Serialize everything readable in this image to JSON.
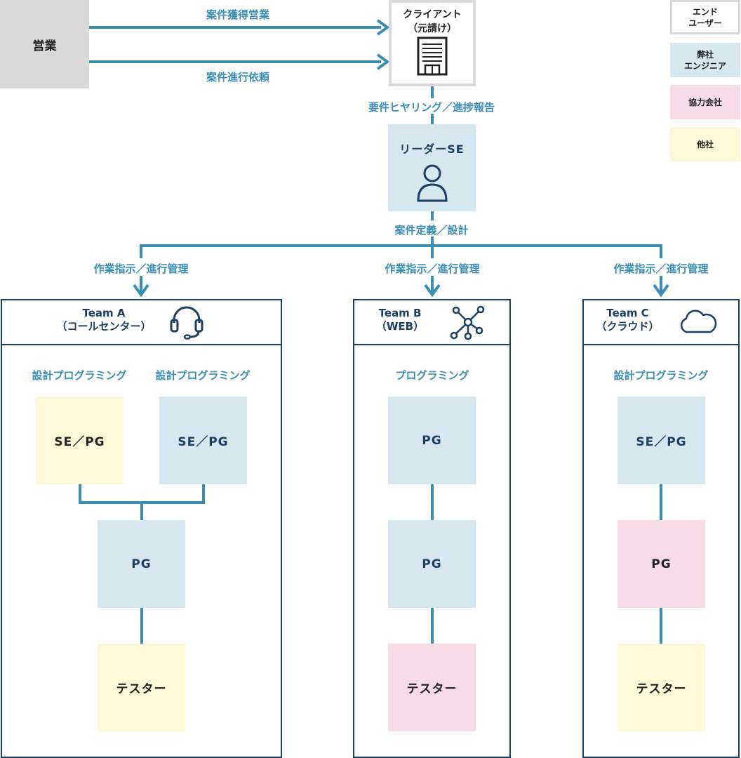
{
  "sales": "営業",
  "client": {
    "line1": "クライアント",
    "line2": "（元請け）"
  },
  "labels": {
    "acquire": "案件獲得営業",
    "request": "案件進行依頼",
    "hearing": "要件ヒヤリング／進捗報告",
    "define": "案件定義／設計",
    "instruct": "作業指示／進行管理"
  },
  "leader": "リーダーSE",
  "teams": [
    {
      "name": "Team A",
      "sub": "（コールセンター）",
      "icon": "headset-icon"
    },
    {
      "name": "Team B",
      "sub": "（WEB）",
      "icon": "network-icon"
    },
    {
      "name": "Team C",
      "sub": "（クラウド）",
      "icon": "cloud-icon"
    }
  ],
  "roles": {
    "design_prog": "設計プログラミング",
    "prog": "プログラミング",
    "se_pg": "SE／PG",
    "pg": "PG",
    "tester": "テスター"
  },
  "legend": [
    {
      "line1": "エンド",
      "line2": "ユーザー",
      "color": "#ffffff"
    },
    {
      "line1": "弊社",
      "line2": "エンジニア",
      "color": "#d7e7f0"
    },
    {
      "line1": "協力会社",
      "line2": "",
      "color": "#f7dce8"
    },
    {
      "line1": "他社",
      "line2": "",
      "color": "#fdf9d8"
    }
  ],
  "colors": {
    "line": "#3a8db3",
    "navy": "#1d3e63",
    "blue": "#d7e7f0",
    "pink": "#f7dce8",
    "yellow": "#fdf9d8",
    "gray": "#d9d9d9"
  }
}
